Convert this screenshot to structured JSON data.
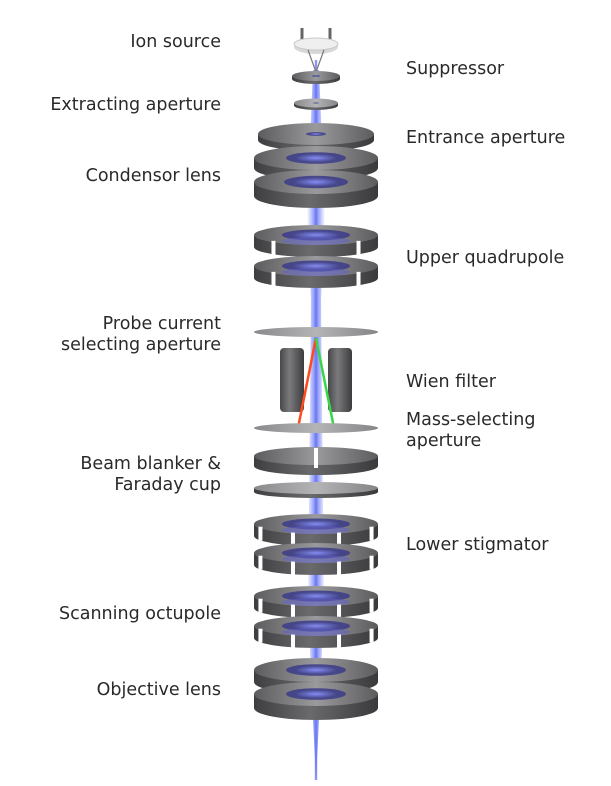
{
  "diagram": {
    "beam_color": "#6f7cf5",
    "metal_color": "#7a7a7c",
    "filter_red": "#ff4a1c",
    "filter_green": "#39d64a",
    "labels_left": [
      {
        "id": "ion-source",
        "lines": [
          "Ion source"
        ]
      },
      {
        "id": "extracting-aperture",
        "lines": [
          "Extracting aperture"
        ]
      },
      {
        "id": "condensor-lens",
        "lines": [
          "Condensor lens"
        ]
      },
      {
        "id": "probe-current-selecting-aperture",
        "lines": [
          "Probe current",
          "selecting aperture"
        ]
      },
      {
        "id": "beam-blanker-faraday-cup",
        "lines": [
          "Beam blanker &",
          "Faraday cup"
        ]
      },
      {
        "id": "scanning-octupole",
        "lines": [
          "Scanning octupole"
        ]
      },
      {
        "id": "objective-lens",
        "lines": [
          "Objective lens"
        ]
      }
    ],
    "labels_right": [
      {
        "id": "suppressor",
        "lines": [
          "Suppressor"
        ]
      },
      {
        "id": "entrance-aperture",
        "lines": [
          "Entrance aperture"
        ]
      },
      {
        "id": "upper-quadrupole",
        "lines": [
          "Upper quadrupole"
        ]
      },
      {
        "id": "wien-filter",
        "lines": [
          "Wien filter"
        ]
      },
      {
        "id": "mass-selecting-aperture",
        "lines": [
          "Mass-selecting",
          "aperture"
        ]
      },
      {
        "id": "lower-stigmator",
        "lines": [
          "Lower stigmator"
        ]
      }
    ]
  }
}
